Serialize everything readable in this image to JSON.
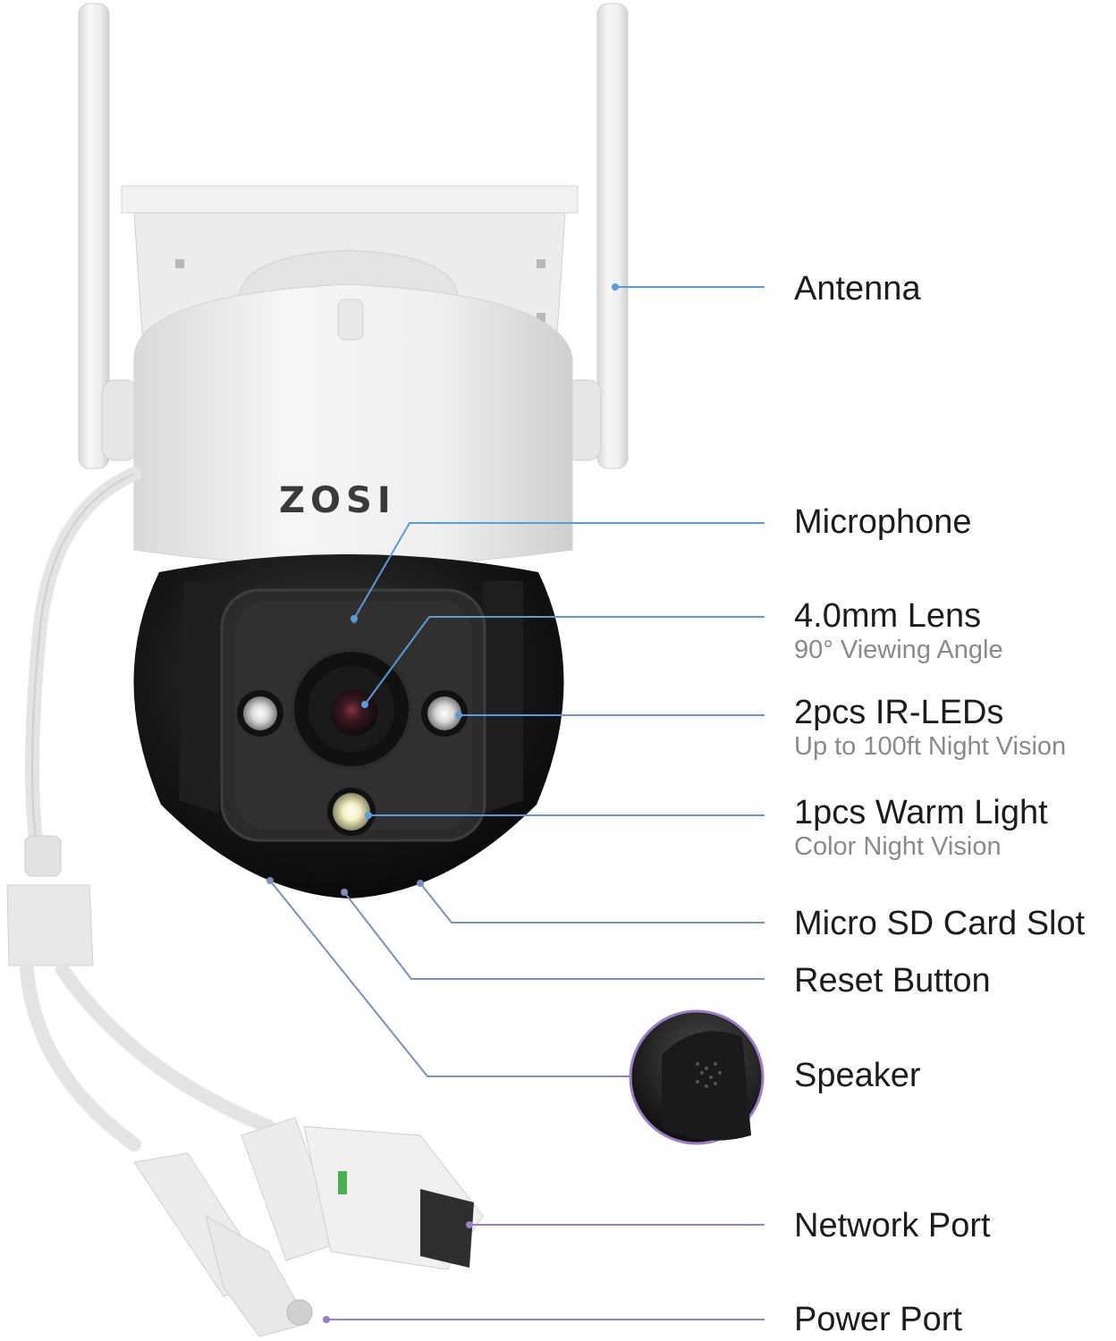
{
  "brand": {
    "logo_text": "ZOSI"
  },
  "colors": {
    "callout_blue": "#5b9bd8",
    "callout_purple": "#9b7ec8",
    "callout_gray_blue": "#7d8fb8"
  },
  "callouts": {
    "antenna": {
      "title": "Antenna"
    },
    "microphone": {
      "title": "Microphone"
    },
    "lens": {
      "title": "4.0mm Lens",
      "sub": "90° Viewing Angle"
    },
    "ir_leds": {
      "title": "2pcs IR-LEDs",
      "sub": "Up to 100ft Night Vision"
    },
    "warm_light": {
      "title": "1pcs Warm Light",
      "sub": "Color Night Vision"
    },
    "sd_slot": {
      "title": "Micro SD Card Slot"
    },
    "reset": {
      "title": "Reset Button"
    },
    "speaker": {
      "title": "Speaker"
    },
    "network": {
      "title": "Network Port"
    },
    "power": {
      "title": "Power Port"
    }
  }
}
